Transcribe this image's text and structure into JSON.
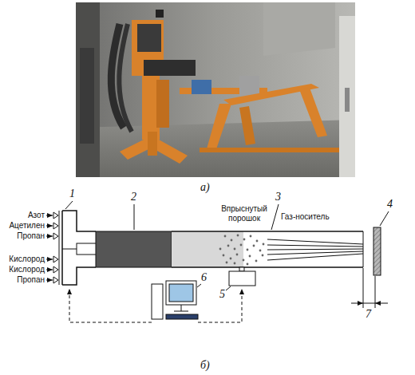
{
  "diagram": {
    "labels": [
      "а)",
      "Азот",
      "Ацетилен",
      "Пропан",
      "Кислород",
      "Кислород",
      "Пропан",
      "1",
      "2",
      "3",
      "Впрыснутый порошок",
      "Газ-носитель",
      "4",
      "5",
      "6",
      "7",
      "б)"
    ]
  }
}
